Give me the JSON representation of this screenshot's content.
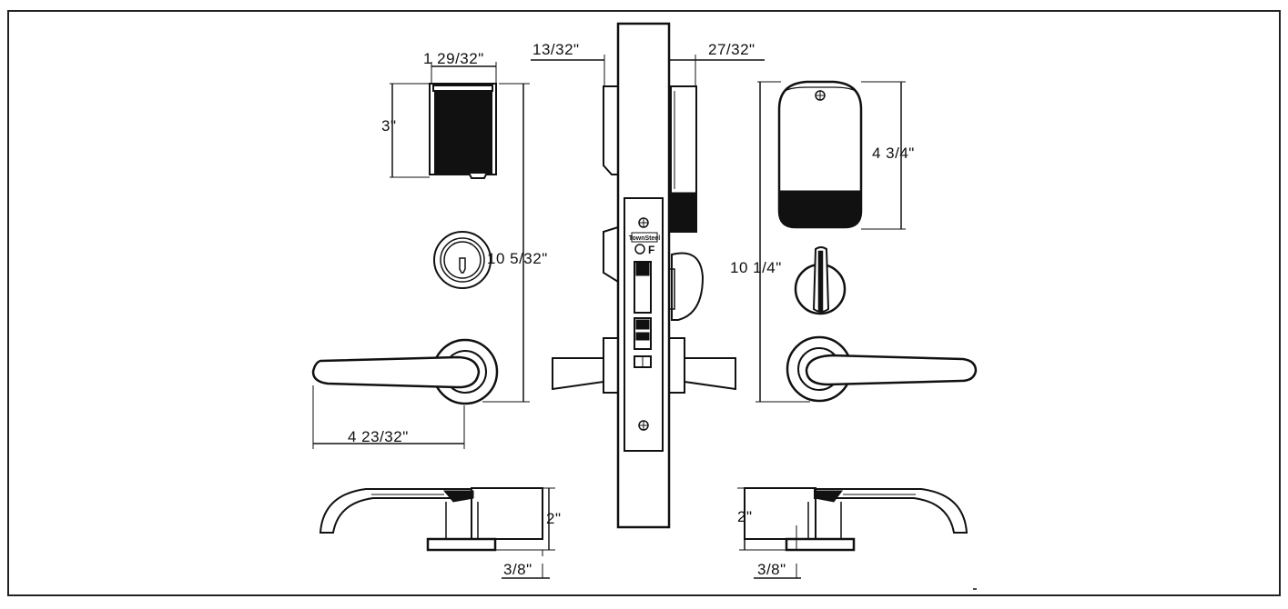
{
  "diagram": {
    "dimensions": {
      "keypad_width": "1 29/32\"",
      "keypad_height": "3\"",
      "outside_overall_height": "10 5/32\"",
      "lever_length": "4 23/32\"",
      "case_face_offset": "13/32\"",
      "case_inside_offset": "27/32\"",
      "inside_escutcheon_height": "4 3/4\"",
      "inside_overall_height": "10 1/4\"",
      "lever_projection_left": "2\"",
      "rose_thickness_left": "3/8\"",
      "lever_projection_right": "2\"",
      "rose_thickness_right": "3/8\""
    },
    "labels": {
      "brand_stamp": "TownSteel",
      "fire_rating": "F"
    }
  }
}
